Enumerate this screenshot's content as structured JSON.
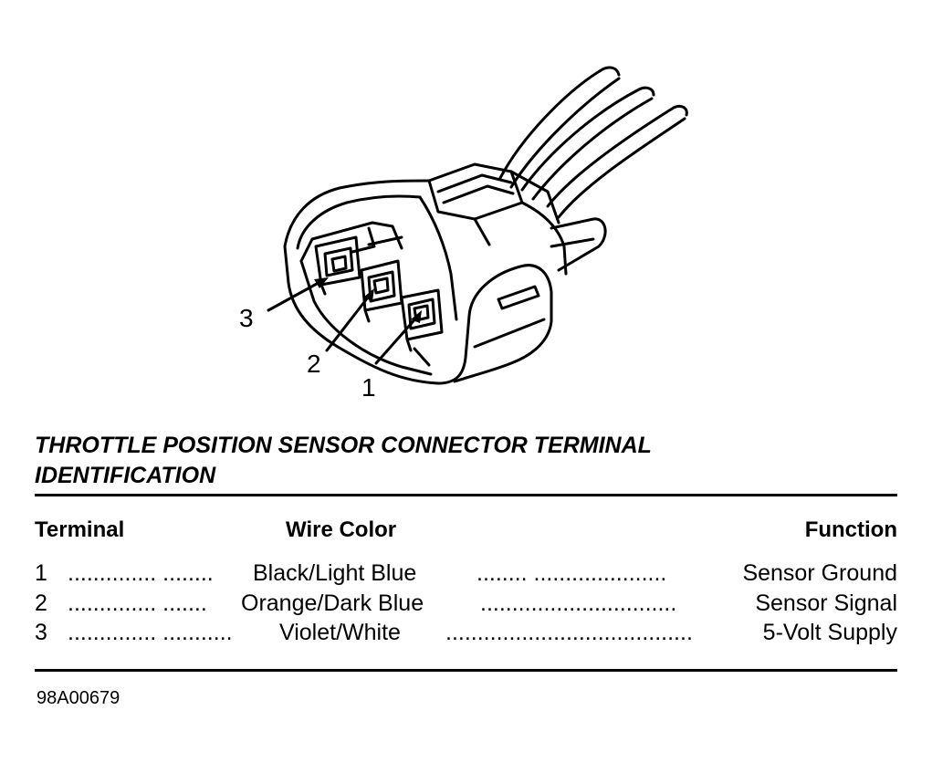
{
  "illustration": {
    "callouts": [
      "3",
      "2",
      "1"
    ]
  },
  "title": {
    "line1": "THROTTLE POSITION SENSOR CONNECTOR TERMINAL",
    "line2": "IDENTIFICATION"
  },
  "table": {
    "headers": {
      "terminal": "Terminal",
      "wire_color": "Wire Color",
      "function": "Function"
    },
    "rows": [
      {
        "terminal": "1",
        "lead": ".............. ........",
        "wire_color": "Black/Light Blue",
        "trail": "........ .....................",
        "function": "Sensor Ground"
      },
      {
        "terminal": "2",
        "lead": ".............. .......",
        "wire_color": "Orange/Dark Blue",
        "trail": "...............................",
        "function": "Sensor Signal"
      },
      {
        "terminal": "3",
        "lead": ".............. ...........",
        "wire_color": "Violet/White",
        "trail": ".......................................",
        "function": "5-Volt Supply"
      }
    ]
  },
  "figure_id": "98A00679"
}
